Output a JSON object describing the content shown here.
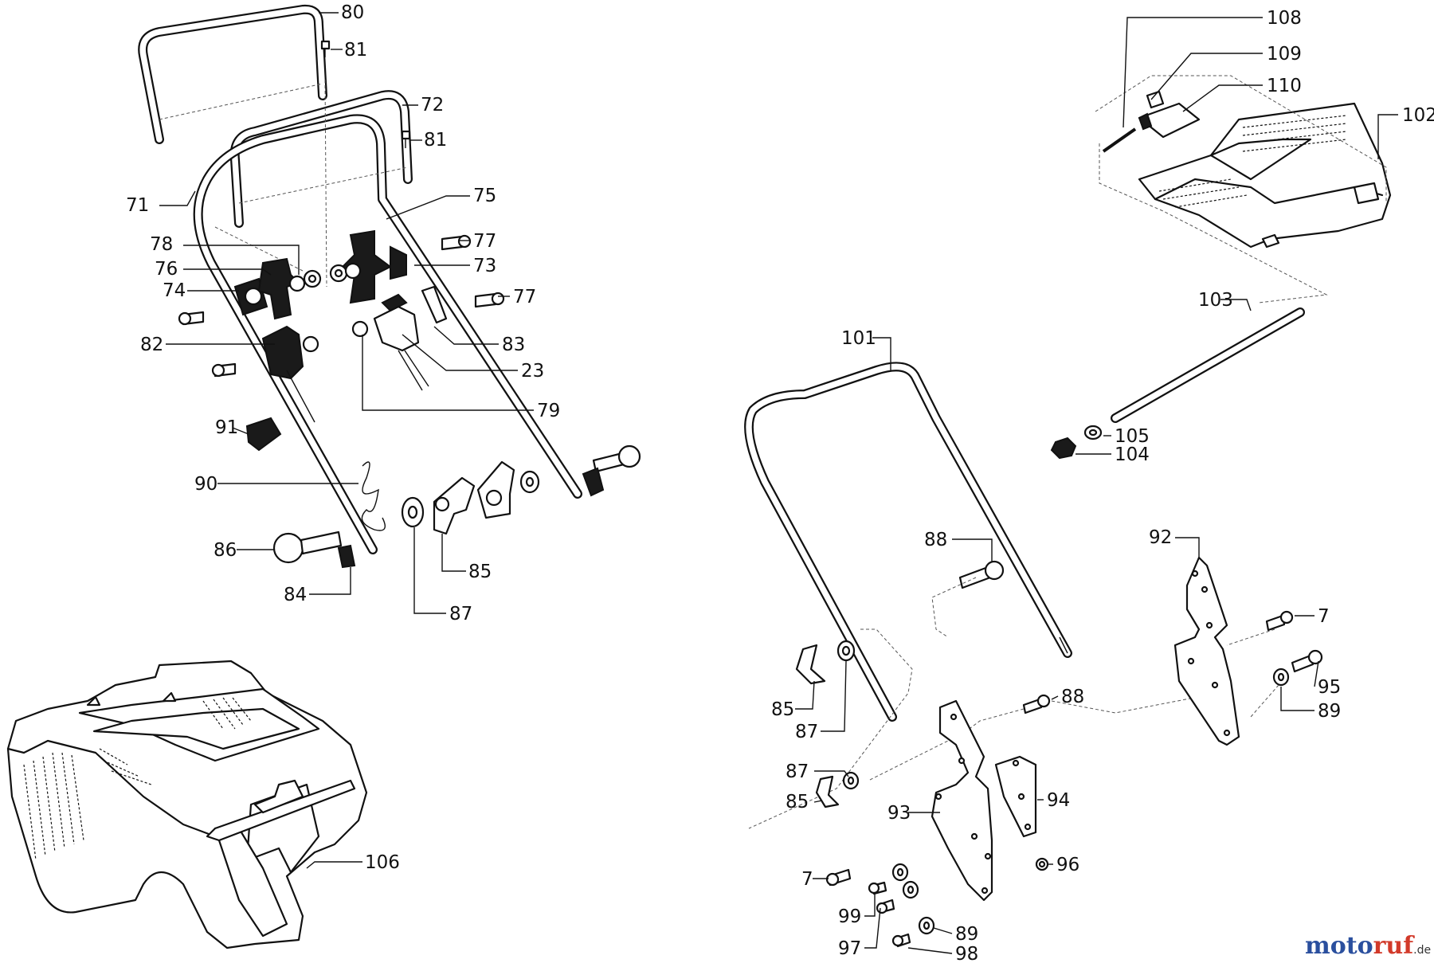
{
  "labels": [
    {
      "text": "80"
    },
    {
      "text": "81"
    },
    {
      "text": "72"
    },
    {
      "text": "81"
    },
    {
      "text": "71"
    },
    {
      "text": "75"
    },
    {
      "text": "77"
    },
    {
      "text": "78"
    },
    {
      "text": "76"
    },
    {
      "text": "73"
    },
    {
      "text": "74"
    },
    {
      "text": "77"
    },
    {
      "text": "82"
    },
    {
      "text": "83"
    },
    {
      "text": "23"
    },
    {
      "text": "79"
    },
    {
      "text": "91"
    },
    {
      "text": "90"
    },
    {
      "text": "86"
    },
    {
      "text": "85"
    },
    {
      "text": "84"
    },
    {
      "text": "87"
    },
    {
      "text": "106"
    },
    {
      "text": "108"
    },
    {
      "text": "109"
    },
    {
      "text": "110"
    },
    {
      "text": "102"
    },
    {
      "text": "103"
    },
    {
      "text": "101"
    },
    {
      "text": "105"
    },
    {
      "text": "104"
    },
    {
      "text": "92"
    },
    {
      "text": "88"
    },
    {
      "text": "7"
    },
    {
      "text": "95"
    },
    {
      "text": "89"
    },
    {
      "text": "85"
    },
    {
      "text": "87"
    },
    {
      "text": "88"
    },
    {
      "text": "87"
    },
    {
      "text": "85"
    },
    {
      "text": "93"
    },
    {
      "text": "94"
    },
    {
      "text": "96"
    },
    {
      "text": "7"
    },
    {
      "text": "99"
    },
    {
      "text": "89"
    },
    {
      "text": "97"
    },
    {
      "text": "98"
    }
  ],
  "watermark": {
    "brand_a": "moto",
    "brand_b": "ruf",
    "suffix": ".de"
  },
  "colors": {
    "line": "#111111",
    "background": "#ffffff",
    "brand_blue": "#2a4f9e",
    "brand_red": "#d23a2a"
  }
}
